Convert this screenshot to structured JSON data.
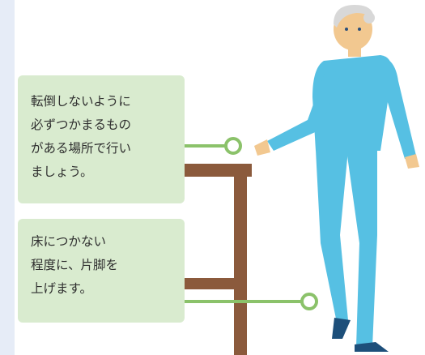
{
  "callouts": [
    {
      "lines": [
        "転倒しないように",
        "必ずつかまるもの",
        "がある場所で行い",
        "ましょう。"
      ]
    },
    {
      "lines": [
        "床につかない",
        "程度に、片脚を",
        "上げます。"
      ]
    }
  ],
  "colors": {
    "page_background": "#e6ecf7",
    "callout_fill": "#d9ebcf",
    "pointer_green": "#8bc26a",
    "chair_brown": "#8b5a3c",
    "clothing_blue": "#56c0e3",
    "skin": "#f2c890",
    "hair": "#d8d8d8",
    "shoe": "#1d4f7a"
  },
  "icons": [
    "chair-icon",
    "elderly-person-icon",
    "pointer-line-icon"
  ]
}
